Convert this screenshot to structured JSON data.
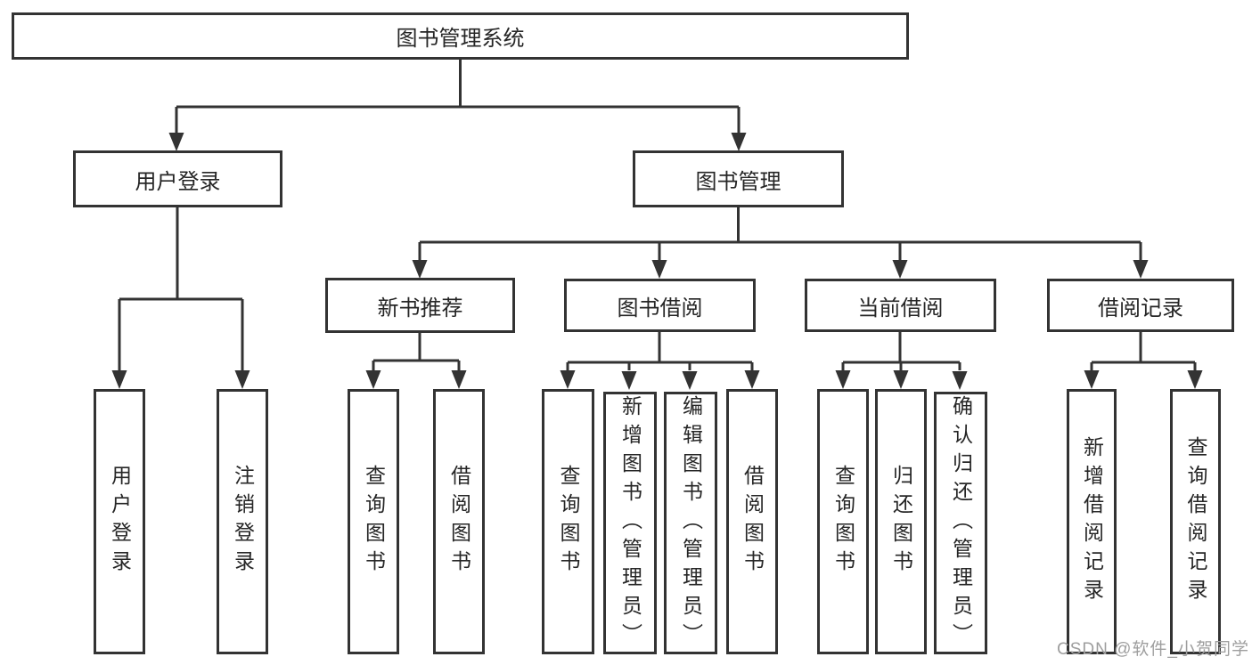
{
  "tree": {
    "label": "图书管理系统",
    "children": [
      {
        "label": "用户登录",
        "children": [
          {
            "label": "用户登录"
          },
          {
            "label": "注销登录"
          }
        ]
      },
      {
        "label": "图书管理",
        "children": [
          {
            "label": "新书推荐",
            "children": [
              {
                "label": "查询图书"
              },
              {
                "label": "借阅图书"
              }
            ]
          },
          {
            "label": "图书借阅",
            "children": [
              {
                "label": "查询图书"
              },
              {
                "label": "新增图书（管理员）"
              },
              {
                "label": "编辑图书（管理员）"
              },
              {
                "label": "借阅图书"
              }
            ]
          },
          {
            "label": "当前借阅",
            "children": [
              {
                "label": "查询图书"
              },
              {
                "label": "归还图书"
              },
              {
                "label": "确认归还（管理员）"
              }
            ]
          },
          {
            "label": "借阅记录",
            "children": [
              {
                "label": "新增借阅记录"
              },
              {
                "label": "查询借阅记录"
              }
            ]
          }
        ]
      }
    ]
  },
  "watermark": "CSDN @软件_小贺同学",
  "colors": {
    "line": "#333333",
    "text": "#262626",
    "background": "#ffffff",
    "watermark": "#9e9e9e"
  }
}
